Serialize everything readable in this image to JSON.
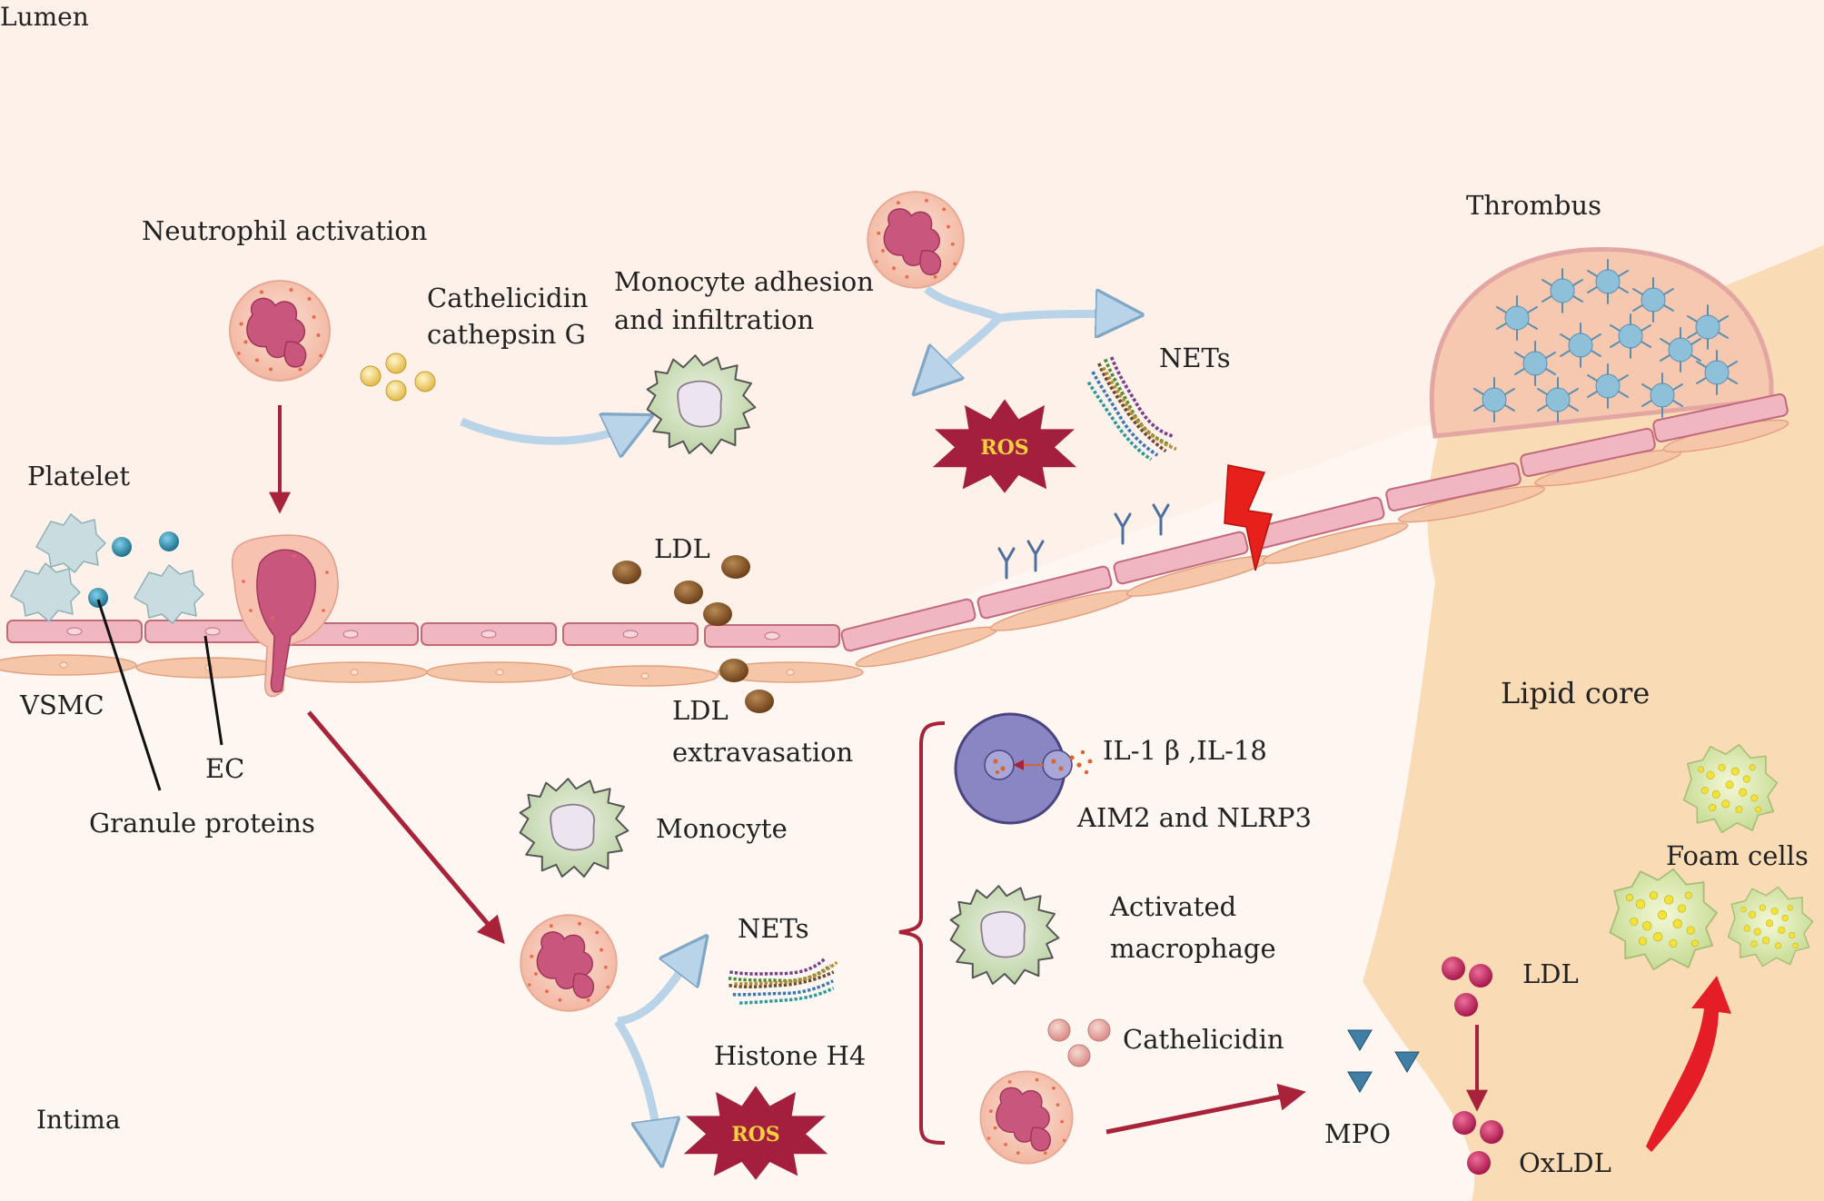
{
  "labels": {
    "lumen": "Lumen",
    "intima": "Intima",
    "neutrophil_activation": "Neutrophil activation",
    "cathelicidin_line1": "Cathelicidin",
    "cathelicidin_line2": "cathepsin G",
    "monocyte_adhesion_line1": "Monocyte adhesion",
    "monocyte_adhesion_line2": "and infiltration",
    "thrombus": "Thrombus",
    "nets_top": "NETs",
    "ros_top": "ROS",
    "platelet": "Platelet",
    "ldl_top": "LDL",
    "vsmc": "VSMC",
    "ec": "EC",
    "granule_proteins": "Granule proteins",
    "ldl_extravasation_line1": "LDL",
    "ldl_extravasation_line2": "extravasation",
    "lipid_core": "Lipid core",
    "il": "IL-1 β ,IL-18",
    "aim2": "AIM2 and NLRP3",
    "monocyte": "Monocyte",
    "activated_line1": "Activated",
    "activated_line2": "macrophage",
    "foam_cells": "Foam cells",
    "nets_bottom": "NETs",
    "histone": "Histone H4",
    "cathelicidin_bottom": "Cathelicidin",
    "ldl_right": "LDL",
    "mpo": "MPO",
    "ros_bottom": "ROS",
    "oxldl": "OxLDL"
  },
  "colors": {
    "lumen_bg": "#fdf1ea",
    "intima_bg": "#fdf5ef",
    "lipid_core": "#f9dcb6",
    "endothelium": "#f1b7c1",
    "vsmc": "#f6c6a8",
    "neutrophil": "#f7cbb8",
    "nucleus": "#c9567c",
    "monocyte": "#d8e6cc",
    "platelet": "#c9dde0",
    "thrombus_cell": "#8fc0da",
    "ldl": "#8a5a2b",
    "oxldl": "#c8205a",
    "ros": "#a31f3d",
    "ros_text": "#f4d03f",
    "arrow_red": "#a8233a",
    "arrow_blue": "#b9d3e8",
    "foam": "#e4efb8"
  }
}
